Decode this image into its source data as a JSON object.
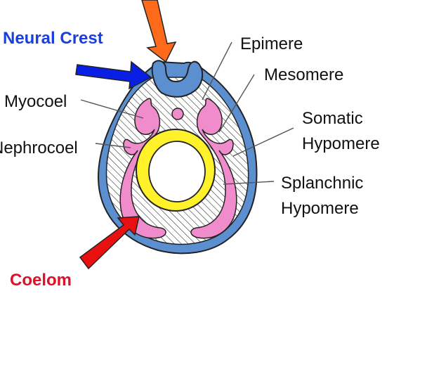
{
  "labels": {
    "neural_crest": "Neural Crest",
    "epimere": "Epimere",
    "mesomere": "Mesomere",
    "myocoel": "Myocoel",
    "nephrocoel": "Nephrocoel",
    "somatic_line1": "Somatic",
    "somatic_line2": "Hypomere",
    "splanchnic_line1": "Splanchnic",
    "splanchnic_line2": "Hypomere",
    "coelom": "Coelom"
  },
  "colors": {
    "neural_crest_label": "#1a3fe0",
    "coelom_label": "#e0102a",
    "neural_crest_arrow": "#0a1fe6",
    "coelom_arrow": "#e81010",
    "top_arrow": "#ff6a1a",
    "outer_layer": "#5b8fd0",
    "mesoderm_pink": "#f08ccc",
    "gut_yellow": "#fff22a",
    "outline": "#222222"
  }
}
